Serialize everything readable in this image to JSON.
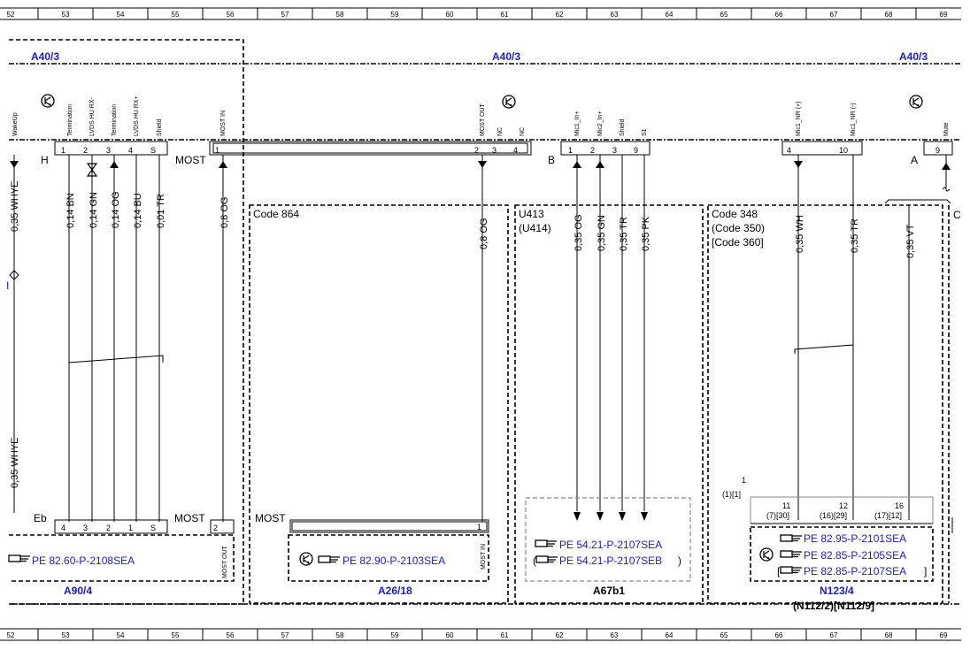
{
  "ruler": [
    "52",
    "53",
    "54",
    "55",
    "56",
    "57",
    "58",
    "59",
    "60",
    "61",
    "62",
    "63",
    "64",
    "65",
    "66",
    "67",
    "68",
    "69"
  ],
  "components": {
    "a40_3_left": "A40/3",
    "a40_3_mid": "A40/3",
    "a40_3_right": "A40/3",
    "a90_4": "A90/4",
    "a26_18": "A26/18",
    "a67b1": "A67b1",
    "n123_4": "N123/4",
    "n123_4_alt": "(N112/2)[N112/9]"
  },
  "codes": {
    "code864": "Code 864",
    "u413": "U413",
    "u414": "(U414)",
    "code348": "Code 348",
    "code350": "(Code 350)",
    "code360": "[Code 360]"
  },
  "connectors": {
    "h": "H",
    "most_top": "MOST",
    "b": "B",
    "a": "A",
    "c": "C",
    "eb": "Eb",
    "most_a90": "MOST",
    "most_a26": "MOST",
    "one": "1",
    "one_alt": "(1)[1]"
  },
  "pin_names": {
    "wakeup": "WakeUp",
    "termination1": "Termination",
    "lvds_rx_minus": "LVDS HU RX-",
    "termination2": "Termination",
    "lvds_rx_plus": "LVDS HU RX+",
    "shield1": "Shield",
    "most_in": "MOST IN",
    "most_out": "MOST OUT",
    "nc1": "NC",
    "nc2": "NC",
    "mic1_in_plus": "Mic1_In+",
    "mic2_in_plus": "Mic2_In+",
    "shield2": "Shield",
    "s1": "S1",
    "mic1_nr_plus": "Mic1_NR (+)",
    "mic1_nr_minus": "Mic1_NR (-)",
    "mute": "Mute",
    "most_out_a90": "MOST OUT",
    "most_in_a26": "MOST IN"
  },
  "pins_top": {
    "p1_h": "1",
    "p2_h": "2",
    "p3_h": "3",
    "p4_h": "4",
    "ps_h": "S",
    "p1_most": "1",
    "p2_most": "2",
    "p3_most": "3",
    "p4_most": "4",
    "p1_b": "1",
    "p2_b": "2",
    "p3_b": "3",
    "p9_b": "9",
    "p4_b": "4",
    "p10_b": "10",
    "p9_a": "9"
  },
  "pins_bottom": {
    "p4_eb": "4",
    "p3_eb": "3",
    "p2_eb": "2",
    "p1_eb": "1",
    "ps_eb": "S",
    "p2_most": "2",
    "p1_a26": "1",
    "p11": "11",
    "p11_alt": "(7)[30]",
    "p12": "12",
    "p12_alt": "(16)[29]",
    "p16": "16",
    "p16_alt": "(17)[12]"
  },
  "wires": {
    "w_whye_top": "0,35 WHYE",
    "w_whye_bottom": "0,35 WHYE",
    "w_bn": "0,14 BN",
    "w_gn": "0,14 GN",
    "w_og": "0,14 OG",
    "w_bu": "0,14 BU",
    "w_tr": "0,01 TR",
    "w_og_in": "0,8 OG",
    "w_og_out": "0,8 OG",
    "w_u_og": "0,35 OG",
    "w_u_gn": "0,35 GN",
    "w_u_tr": "0,35 TR",
    "w_u_pk": "0,35 PK",
    "w_wh": "0,35 WH",
    "w_tr2": "0,35 TR",
    "w_vt": "0,35 VT"
  },
  "refs": {
    "pe_a90": "PE 82.60-P-2108SEA",
    "pe_a26": "PE 82.90-P-2103SEA",
    "pe_a67_1": "PE 54.21-P-2107SEA",
    "pe_a67_2": "PE 54.21-P-2107SEB",
    "pe_a67_2_open": "(",
    "pe_a67_2_close": ")",
    "pe_n123_1": "PE 82.95-P-2101SEA",
    "pe_n123_2": "PE 82.85-P-2105SEA",
    "pe_n123_3": "PE 82.85-P-2107SEA",
    "pe_n123_3_open": "[",
    "pe_n123_3_close": "]",
    "left_mark": "I"
  },
  "colors": {
    "link": "#1a1ad8",
    "line": "#000000",
    "grey_box": "#888888"
  }
}
